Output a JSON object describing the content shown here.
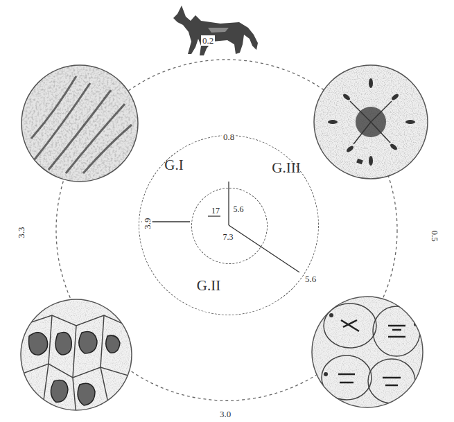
{
  "diagram": {
    "nodes": [
      {
        "text": [
          "G.I",
          "G.III",
          "G.II"
        ]
      },
      {
        "text": [
          "17",
          "5.6",
          "7.3"
        ],
        "in": 0
      }
    ],
    "labels": [
      "0.2",
      "3.3",
      "0.5",
      "3.0",
      "0.8",
      "3.9",
      "5.6"
    ]
  }
}
